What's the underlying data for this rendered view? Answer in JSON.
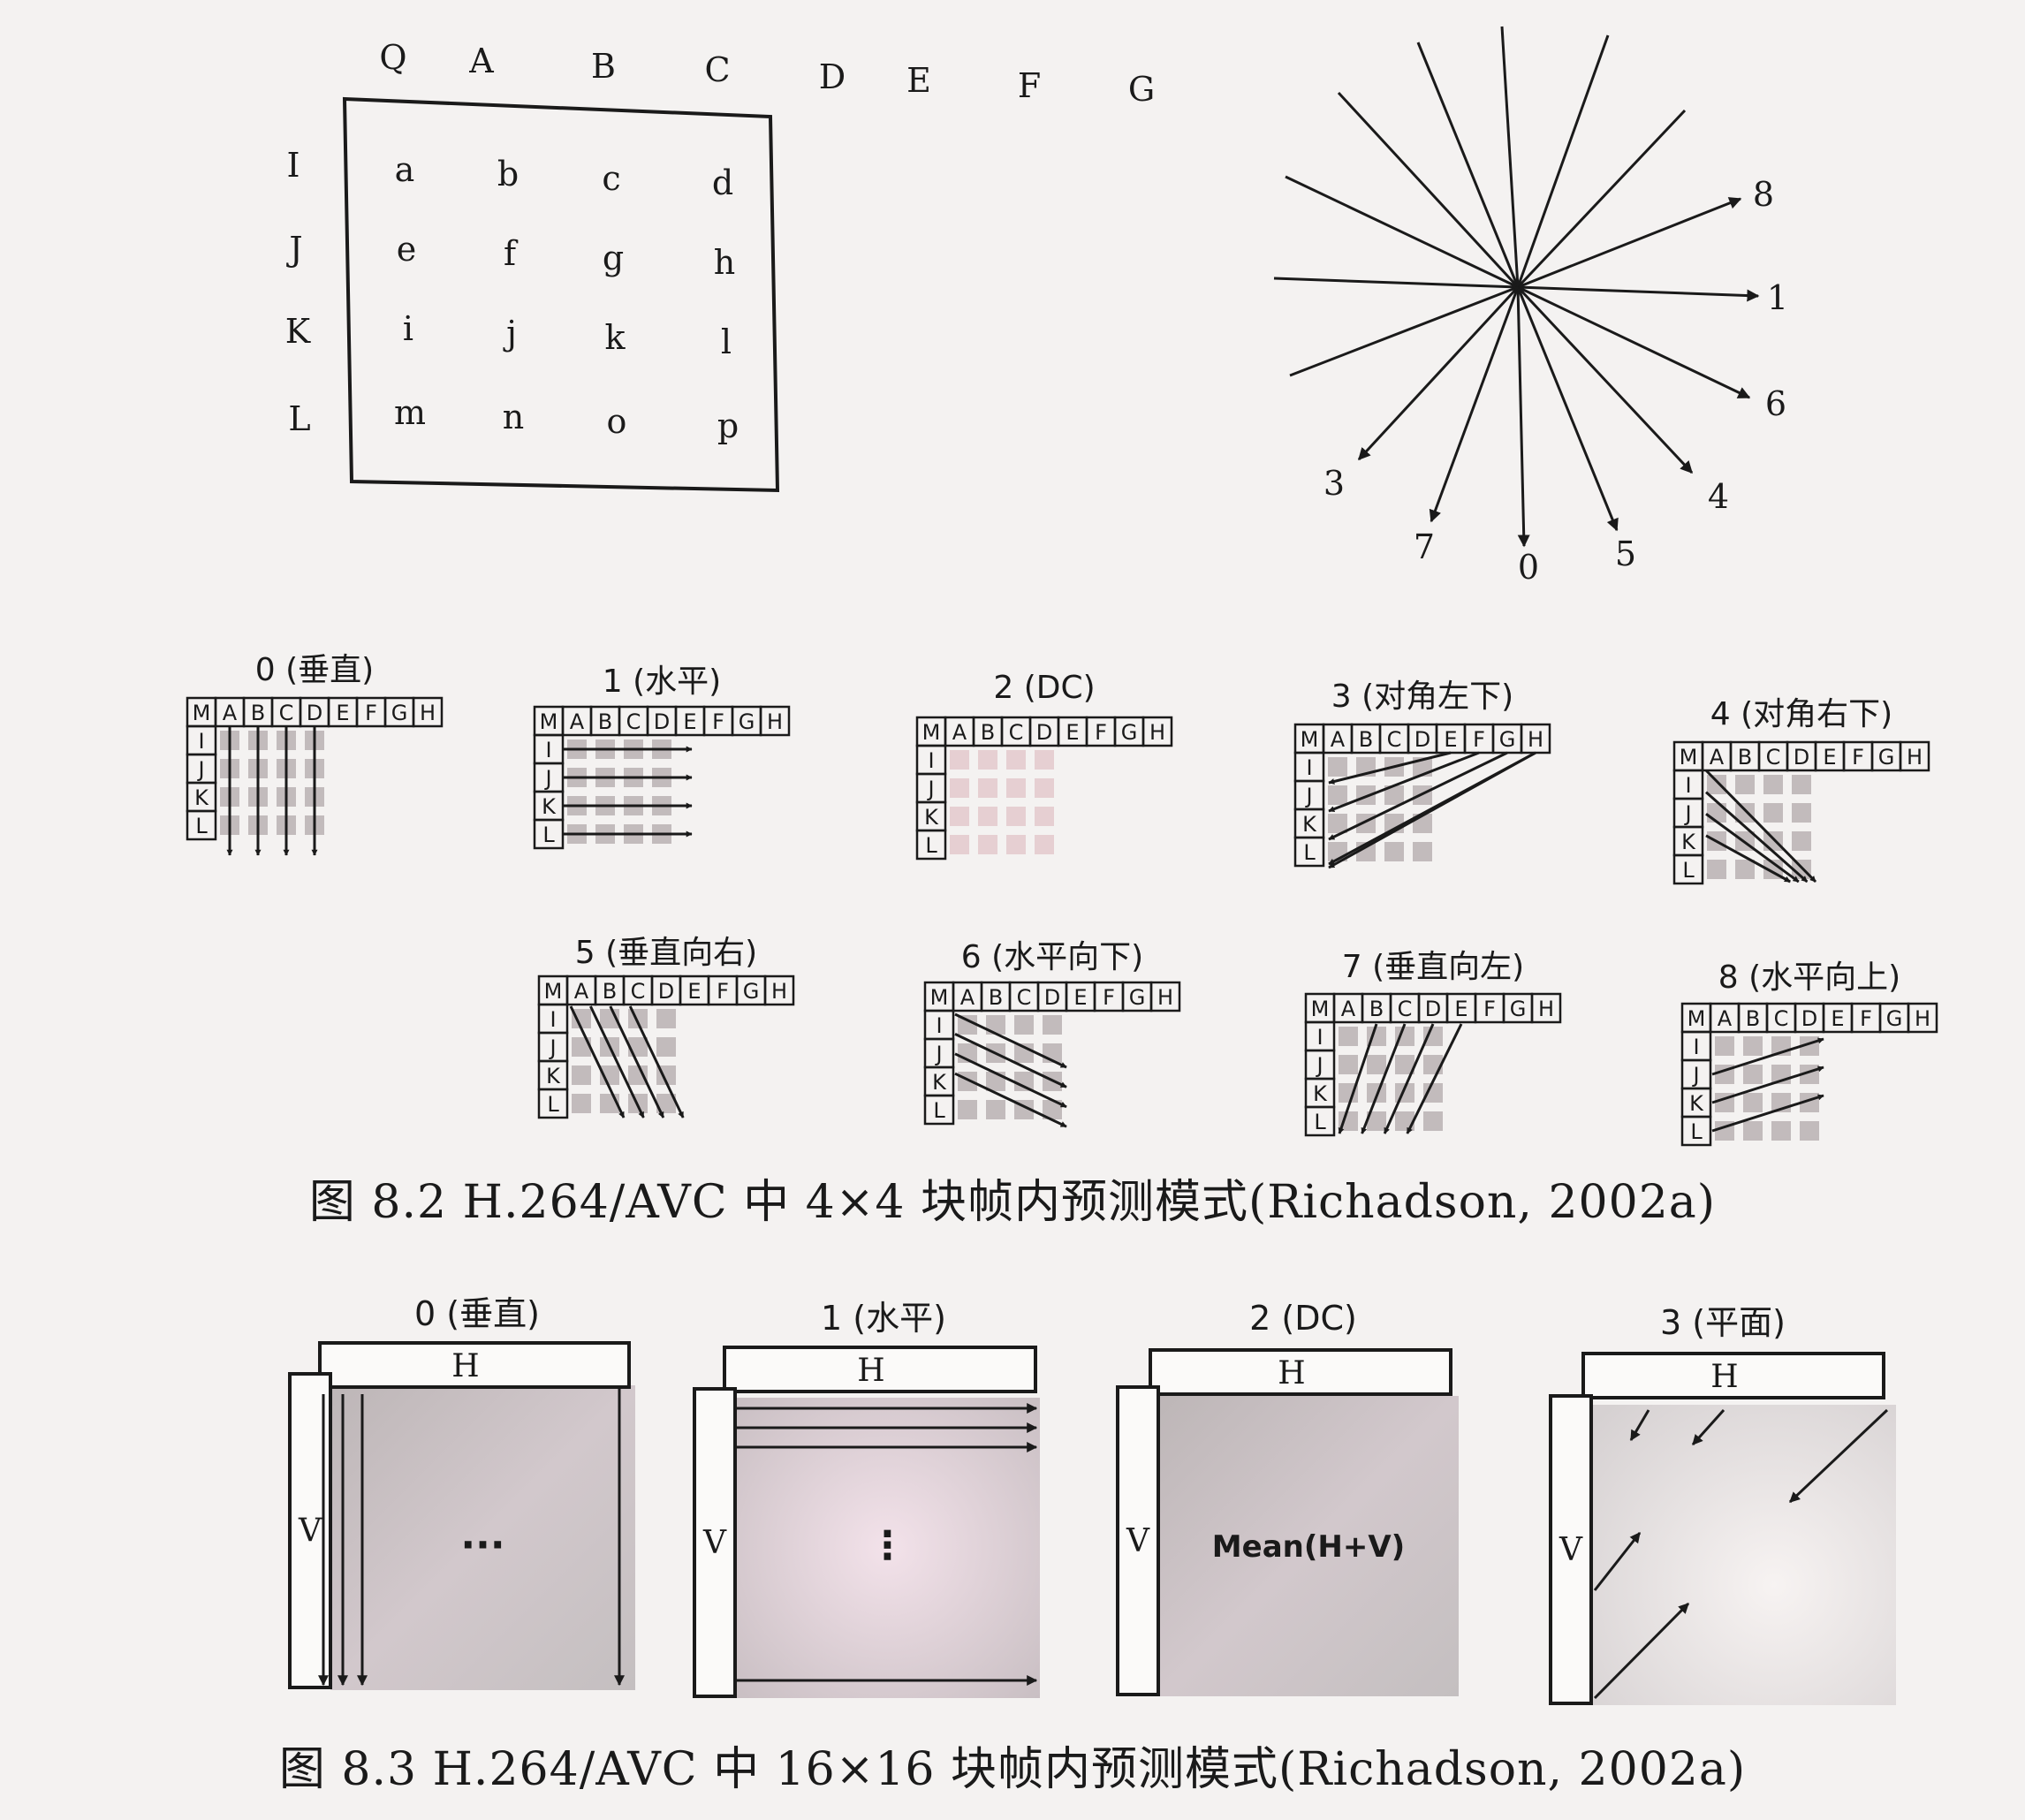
{
  "block4x4": {
    "top_labels": [
      "Q",
      "A",
      "B",
      "C",
      "D",
      "E",
      "F",
      "G"
    ],
    "left_labels": [
      "I",
      "J",
      "K",
      "L"
    ],
    "cells": [
      [
        "a",
        "b",
        "c",
        "d"
      ],
      [
        "e",
        "f",
        "g",
        "h"
      ],
      [
        "i",
        "j",
        "k",
        "l"
      ],
      [
        "m",
        "n",
        "o",
        "p"
      ]
    ]
  },
  "direction_fan": {
    "labels": [
      "8",
      "1",
      "6",
      "4",
      "5",
      "0",
      "7",
      "3"
    ]
  },
  "grid_labels": {
    "top": [
      "M",
      "A",
      "B",
      "C",
      "D",
      "E",
      "F",
      "G",
      "H"
    ],
    "left": [
      "I",
      "J",
      "K",
      "L"
    ]
  },
  "modes4x4": [
    {
      "title": "0 (垂直)"
    },
    {
      "title": "1 (水平)"
    },
    {
      "title": "2 (DC)"
    },
    {
      "title": "3 (对角左下)"
    },
    {
      "title": "4 (对角右下)"
    },
    {
      "title": "5 (垂直向右)"
    },
    {
      "title": "6 (水平向下)"
    },
    {
      "title": "7 (垂直向左)"
    },
    {
      "title": "8 (水平向上)"
    }
  ],
  "caption_8_2": "图 8.2    H.264/AVC  中 4×4 块帧内预测模式(Richadson, 2002a)",
  "modes16x16": [
    {
      "title": "0 (垂直)",
      "h_label": "H",
      "v_label": "V",
      "center": "..."
    },
    {
      "title": "1 (水平)",
      "h_label": "H",
      "v_label": "V",
      "center": "⋮"
    },
    {
      "title": "2 (DC)",
      "h_label": "H",
      "v_label": "V",
      "center": "Mean(H+V)"
    },
    {
      "title": "3 (平面)",
      "h_label": "H",
      "v_label": "V",
      "center": ""
    }
  ],
  "caption_8_3": "图 8.3    H.264/AVC  中 16×16 块帧内预测模式(Richadson, 2002a)",
  "colors": {
    "ink": "#1a1a1a",
    "paper": "#f4f2f1",
    "shade": "#b8b2b3",
    "dc_shade": "#e3c9cc",
    "block_fill": "#c8c3c4"
  }
}
